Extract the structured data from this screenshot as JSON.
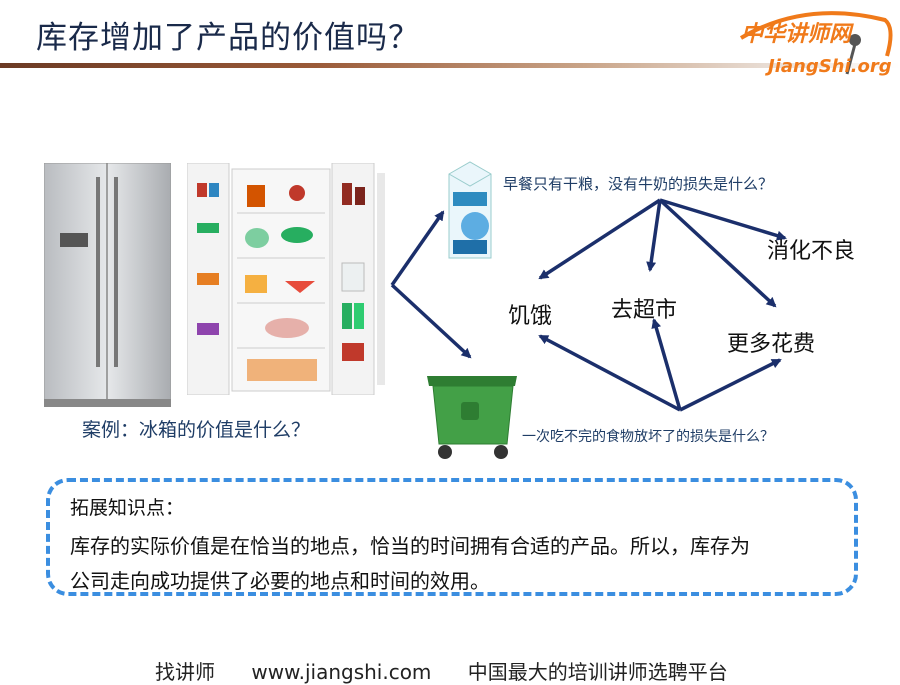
{
  "title": "库存增加了产品的价值吗？",
  "logo": {
    "cn": "中华讲师网",
    "en": "JiangShi.org"
  },
  "fridge_caption": "案例：冰箱的价值是什么？",
  "question_milk": "早餐只有干粮，没有牛奶的损失是什么？",
  "question_waste": "一次吃不完的食物放坏了的损失是什么？",
  "results": {
    "indigestion": "消化不良",
    "hunger": "饥饿",
    "supermarket": "去超市",
    "more_cost": "更多花费"
  },
  "knowledge": {
    "title": "拓展知识点：",
    "line1": "库存的实际价值是在恰当的地点，恰当的时间拥有合适的产品。所以，库存为",
    "line2": "公司走向成功提供了必要的地点和时间的效用。"
  },
  "footer": {
    "find": "找讲师",
    "url": "www.jiangshi.com",
    "slogan": "中国最大的培训讲师选聘平台"
  },
  "colors": {
    "accent": "#1f3d66",
    "arrow": "#1b2f6b",
    "dash_border": "#3b8ee0",
    "logo": "#f07a1a"
  }
}
